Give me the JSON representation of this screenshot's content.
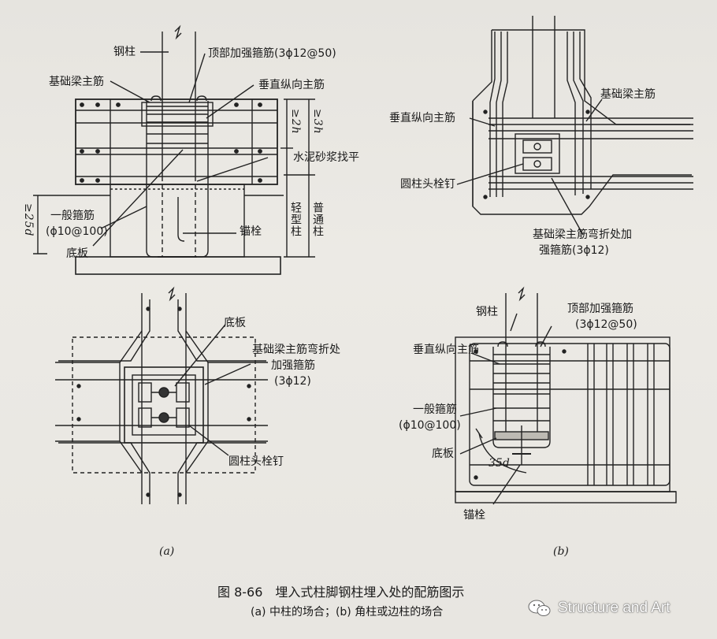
{
  "labels_a_top": {
    "steel_column": "钢柱",
    "top_stirrup": "顶部加强箍筋(3ϕ12@50)",
    "found_beam_rebar": "基础梁主筋",
    "vertical_rebar": "垂直纵向主筋",
    "h2": "≥2h",
    "h3": "≥3h",
    "mortar": "水泥砂浆找平",
    "d25": "≥25d",
    "general_stirrup": "一般箍筋",
    "general_stirrup_spec": "(ϕ10@100)",
    "anchor": "锚栓",
    "base_plate": "底板",
    "light_col": "轻型柱",
    "normal_col": "普通柱"
  },
  "labels_b_top": {
    "found_beam_rebar": "基础梁主筋",
    "vertical_rebar": "垂直纵向主筋",
    "stud": "圆柱头栓钉",
    "bend_stirrup": "基础梁主筋弯折处加",
    "bend_stirrup2": "强箍筋(3ϕ12)"
  },
  "labels_a_bottom": {
    "base_plate": "底板",
    "bend_stirrup": "基础梁主筋弯折处",
    "bend_stirrup2": "加强箍筋",
    "bend_stirrup3": "(3ϕ12)",
    "stud": "圆柱头栓钉",
    "tag": "(a)"
  },
  "labels_b_bottom": {
    "steel_column": "钢柱",
    "top_stirrup": "顶部加强箍筋",
    "top_stirrup_spec": "(3ϕ12@50)",
    "vertical_rebar": "垂直纵向主筋",
    "general_stirrup": "一般箍筋",
    "general_stirrup_spec": "(ϕ10@100)",
    "base_plate": "底板",
    "d35": "35d",
    "anchor": "锚栓",
    "tag": "(b)"
  },
  "caption": {
    "title": "图 8-66　埋入式柱脚钢柱埋入处的配筋图示",
    "sub": "(a) 中柱的场合；(b) 角柱或边柱的场合"
  },
  "watermark": {
    "text": "Structure and Art"
  }
}
